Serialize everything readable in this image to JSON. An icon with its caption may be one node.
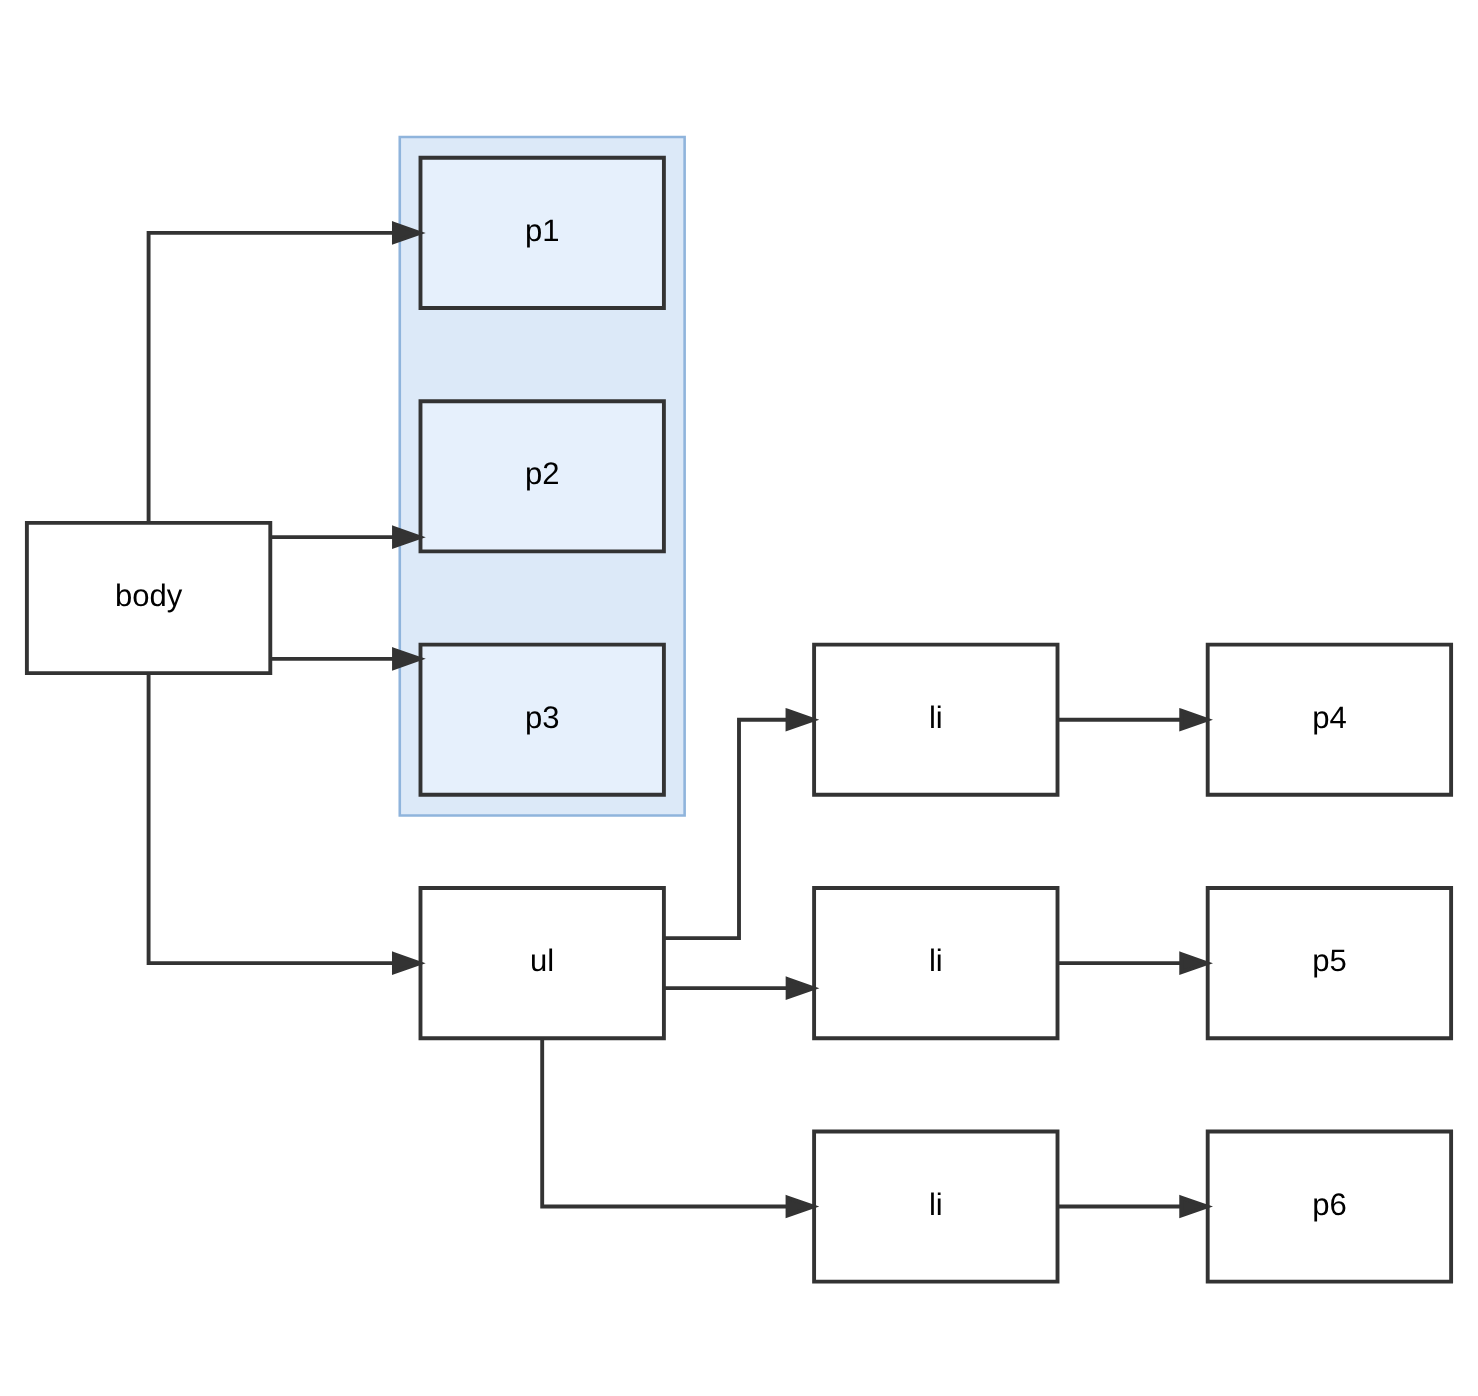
{
  "diagram": {
    "nodes": [
      {
        "text": [
          "body"
        ]
      },
      {
        "text": [],
        "shape": "box"
      },
      {
        "text": [
          "p1"
        ],
        "in": 1
      },
      {
        "text": [
          "p2"
        ],
        "in": 1
      },
      {
        "text": [
          "p3"
        ],
        "in": 1
      },
      {
        "text": [
          "ul"
        ]
      },
      {
        "text": [
          "li"
        ]
      },
      {
        "text": [
          "li"
        ]
      },
      {
        "text": [
          "li"
        ]
      },
      {
        "text": [
          "p4"
        ]
      },
      {
        "text": [
          "p5"
        ]
      },
      {
        "text": [
          "p6"
        ]
      }
    ],
    "edges": [
      {
        "from": 0,
        "to": 2,
        "arrow": "to"
      },
      {
        "from": 0,
        "to": 3,
        "arrow": "to"
      },
      {
        "from": 0,
        "to": 4,
        "arrow": "to"
      },
      {
        "from": 0,
        "to": 5,
        "arrow": "to"
      },
      {
        "from": 5,
        "to": 6,
        "arrow": "to"
      },
      {
        "from": 5,
        "to": 7,
        "arrow": "to"
      },
      {
        "from": 5,
        "to": 8,
        "arrow": "to"
      },
      {
        "from": 6,
        "to": 9,
        "arrow": "to"
      },
      {
        "from": 7,
        "to": 10,
        "arrow": "to"
      },
      {
        "from": 8,
        "to": 11,
        "arrow": "to"
      }
    ]
  }
}
